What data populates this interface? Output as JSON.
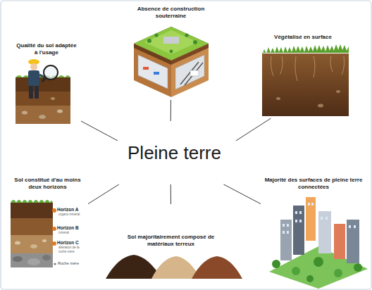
{
  "diagram": {
    "nodes": [
      {
        "text": [
          "Absence de construction souterraine"
        ]
      },
      {
        "text": [
          "Qualité du sol adaptée à l'usage"
        ]
      },
      {
        "text": [
          "Végétalisé en surface"
        ]
      },
      {
        "text": [
          "Pleine terre"
        ]
      },
      {
        "text": [
          "Sol constitué d'au moins deux horizons"
        ]
      },
      {
        "text": [
          "Majorité des surfaces de pleine terre connectées"
        ]
      },
      {
        "text": [
          "Sol majoritairement composé de matériaux terreux"
        ]
      }
    ],
    "edges": [
      {
        "from": 3,
        "to": 0,
        "arrow": "none"
      },
      {
        "from": 3,
        "to": 1,
        "arrow": "none"
      },
      {
        "from": 3,
        "to": 2,
        "arrow": "none"
      },
      {
        "from": 3,
        "to": 4,
        "arrow": "none"
      },
      {
        "from": 3,
        "to": 5,
        "arrow": "none"
      },
      {
        "from": 3,
        "to": 6,
        "arrow": "none"
      }
    ],
    "labels": [
      "Horizon A",
      "organo-minéral",
      "Horizon B",
      "minéral",
      "Horizon C",
      "altération de la roche mère",
      "Roche mère"
    ]
  }
}
